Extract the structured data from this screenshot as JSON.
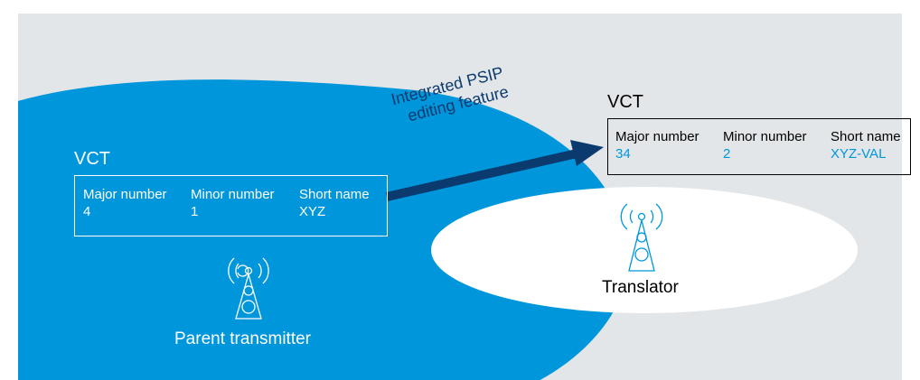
{
  "parent": {
    "vct_title": "VCT",
    "columns": [
      "Major number",
      "Minor number",
      "Short name"
    ],
    "values": [
      "4",
      "1",
      "XYZ"
    ],
    "label": "Parent transmitter"
  },
  "translator": {
    "vct_title": "VCT",
    "columns": [
      "Major number",
      "Minor number",
      "Short name"
    ],
    "values": [
      "34",
      "2",
      "XYZ-VAL"
    ],
    "label": "Translator"
  },
  "arrow": {
    "label_line1": "Integrated PSIP",
    "label_line2": "editing feature"
  },
  "colors": {
    "background": "#e3e6e8",
    "parent_area": "#0096dc",
    "translator_area": "#ffffff",
    "arrow": "#0a3a6e",
    "value_text": "#0096dc"
  }
}
